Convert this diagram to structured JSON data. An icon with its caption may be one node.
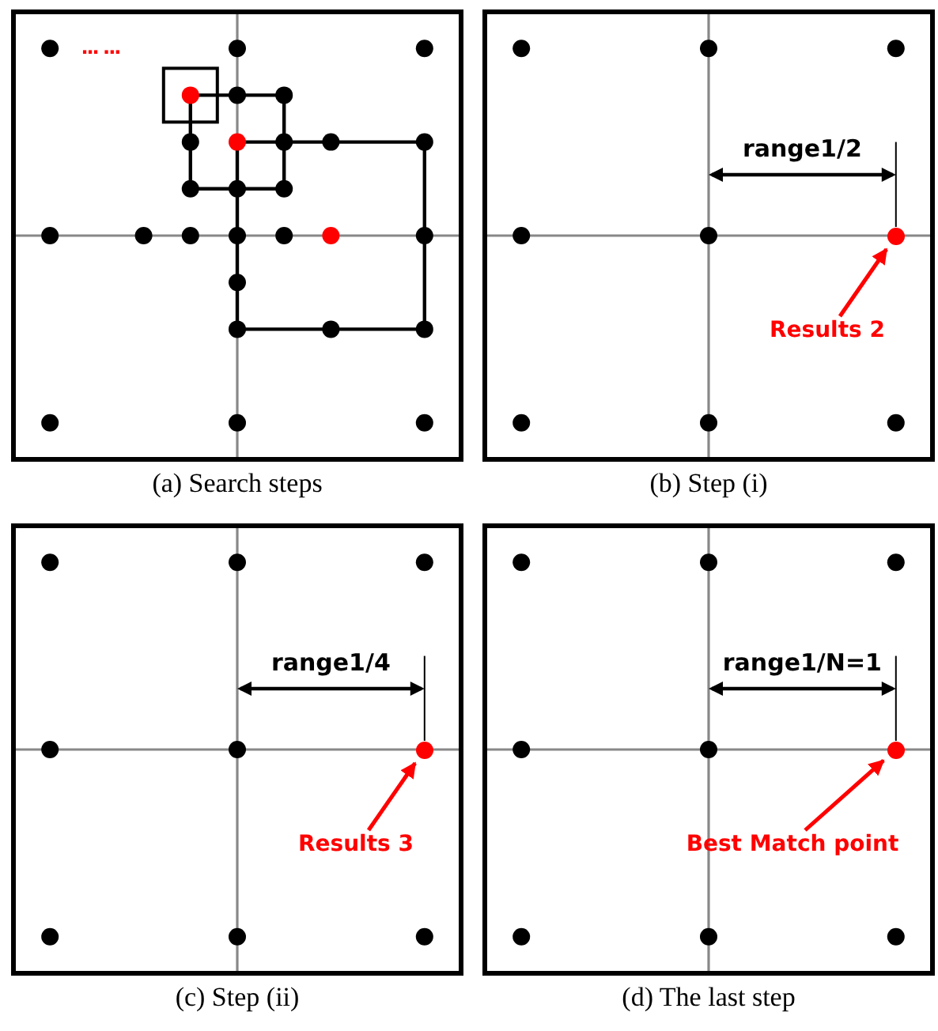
{
  "diagram": {
    "nodes": [
      {
        "text": [
          "(a) Search steps"
        ]
      },
      {
        "text": [
          "(b) Step (i)"
        ]
      },
      {
        "text": [
          "(c) Step (ii)"
        ]
      },
      {
        "text": [
          "(d) The last step"
        ]
      },
      {
        "text": [
          "Results 2"
        ],
        "in": 1
      },
      {
        "text": [],
        "shape": "circle",
        "in": 1
      },
      {
        "text": [
          "Results 3"
        ],
        "in": 2
      },
      {
        "text": [],
        "shape": "circle",
        "in": 2
      },
      {
        "text": [
          "Best Match point"
        ],
        "in": 3
      },
      {
        "text": [],
        "shape": "circle",
        "in": 3
      }
    ],
    "edges": [
      {
        "from": 4,
        "to": 5,
        "arrow": "to"
      },
      {
        "from": 6,
        "to": 7,
        "arrow": "to"
      },
      {
        "from": 8,
        "to": 9,
        "arrow": "to"
      }
    ],
    "labels": [
      "... ...",
      "range1/2",
      "range1/4",
      "range1/N=1"
    ]
  }
}
